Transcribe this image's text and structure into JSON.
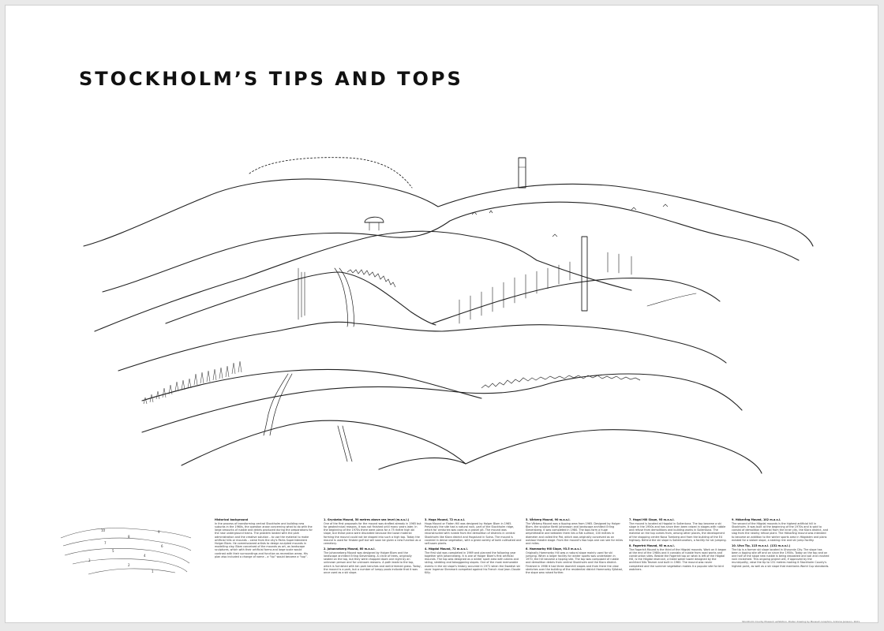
{
  "poster": {
    "title": "STOCKHOLM’S TIPS AND TOPS",
    "columns": [
      {
        "sections": [
          {
            "heading": "Historical background",
            "body": "In the process of transforming central Stockholm and building new suburbs in the 1960s, the question arose concerning what to do with the large amounts of rubble and debris produced during the preparations for the new underground trains. The problem landed with the park administration and the creative solution – to use the material to make artificial hills or mounds – came from the city's Parks Superintendent Holger Blom. He commissioned artists to design sculpted mounds in modelling clay. Blom conceived of the mounds as art, as landscape sculptures, which with their artificial forms and large scale would contrast with their surroundings and function as recreation areas. His plan also included a change of name – a “tip” would become a “top”."
          }
        ]
      },
      {
        "sections": [
          {
            "heading": "1. Grynkebo Mound, 50 metres above sea level (m.a.s.l.)",
            "body": "One of the first proposals for the mound was drafted already in 1965 but for geotechnical reasons, it was not finished until many years later. In the beginning of the 1970s there were plans for a 75 metre high ski slope, but these plans were discarded because the loose material forming the mound could not be shaped into such a high top. Today the mound is used for frisbee golf but will soon be given a new function as a cemetery."
          },
          {
            "heading": "2. Johanneberg Mound, 60 m.a.s.l.",
            "body": "The Johanneberg Mound was designed by Holger Blom and the landscape architect Erling Sieversberg. A circle of trees, originally seated on the top, but they were chopped down one night by an unknown person and for unknown reasons. A path leads to the top, which is furnished with ten park benches and well-trimmed grass. Today, the mound is a park, but a number of lumpy pools indicate that it was once used as a ski slope."
          }
        ]
      },
      {
        "sections": [
          {
            "heading": "3. Hoga Mound, 72 m.a.s.l.",
            "body": "Hoga Mound or Flaten Hill was designed by Holger Blom in 1965. Previously the site had a natural rock, part of the Stockholm ridge, which for centuries was used as a gravel pit. The mound was reconstructed with rubble from the demolition of districts in central Stockholm like Klara district and Hogalund in Solna. The mound is covered in dense vegetation, with a great variety of both cultivated and self-sown plants."
          },
          {
            "heading": "4. Högdal Mound, 72 m.a.s.l.",
            "body": "The first slot was completed in 1969 and planned the following year together with Johanneberg. It is one of Holger Blom's first artificial mounds. The top was designed as a winter sport area with cabins and skiing, sledding and tobogganing slopes. One of the most memorable events in the ski slope's history occurred in 1971 when the Swedish ski racer Ingemar Stenmark competed against his French rival Jean-Claude Killy."
          }
        ]
      },
      {
        "sections": [
          {
            "heading": "5. Vårberg Mound, 90 m.a.s.l.",
            "body": "The Vårberg Mound was a tipping area from 1965. Designed by Holger Blom, the sculptor Bertil Johansson and landscape architect Erling Sieversberg, it was completed in 1980. The tops form a huge amphitheatre and between them lies a flat surface, 100 metres in diameter and called the Pot, which was originally conceived as an outdoor theatre stage. From the mound's two tops one can see for miles and miles."
          },
          {
            "heading": "6. Hammarby Hill Slope, 93.5 m.a.s.l.",
            "body": "Originally Hammarby Hill was a natural slope mainly used for ski jumping. When a larger facility for winter sports was undertaken in 1970, the hill became a tipping site. The top was composed of rubble and demolition debris from central Stockholm and the Klara district. Finished in 1986 it had three downhill slopes and from there the view stretches over the building of the residential district Hammarby Sjöstad, the slope was raised further."
          }
        ]
      },
      {
        "sections": [
          {
            "heading": "7. Hagal Hill Slope, 95 m.a.s.l.",
            "body": "The mound is located at Hagalal in Sollentuna. The top became a ski slope in the 1950s and has since then been raised in stages with rubble and refuse from demolitions and building works in Sollentuna. The material on the top comes from, among other places, the development of the shopping centre Nova Tumberg and from the building of the E4 highway. Behind the ski slope is Sollentunafors, a facility for ski jumping."
          },
          {
            "heading": "8. Fagerträ Mound, 95 m.a.s.l.",
            "body": "The Fagerträ Mound is the third of the Högdal mounds. Work on it began at the end of the 1980s and it consists of rubble from road works and construction sites. Beside the Fagerträ top on what is left of the Högdal Hill, is the Högdal reservoir, a listed water tower designed by the architect Nils Tesmer and built in 1960. The mound was never completed and the summer vegetation makes it a popular site for bird watchers."
          }
        ]
      },
      {
        "sections": [
          {
            "heading": "9. Hökarång Mound, 102 m.a.s.l.",
            "body": "The second of the Högdal mounds is the highest artificial hill in Stockholm. It was built at the beginning of the 1970s and is said to consist of demolition material from the inner city, the Klara district, and slag from the nearby refuse plant. The Hökarång mound was intended to become an addition to the winter sports area in Högdalen and plans existed for a slalom slope, a skating rink and ski jump facility."
          },
          {
            "heading": "10. Ulva Tip, 115 m.a.s.l. (131 m.a.s.l.)",
            "body": "The tip is a former ski slope located in Ulvsunda City. The slope has been a tipping site off and on since the 1950s. Today on the top and on one half of the slope new rubble is being deposited and soil and crushed rock reclaimed. This ongoing project will, if approved by the municipality, raise the tip to 131 metres making it Stockholm County's highest point, as well as a ski slope that maintains World Cup standards."
          }
        ]
      }
    ],
    "key_labels": [
      "10",
      "9",
      "8",
      "7",
      "6",
      "5",
      "4",
      "3",
      "2",
      "1"
    ],
    "credit": "Stockholm County Museum exhibition. Poster drawing by Museum Graphics, Antonia Jansson, 2021."
  }
}
